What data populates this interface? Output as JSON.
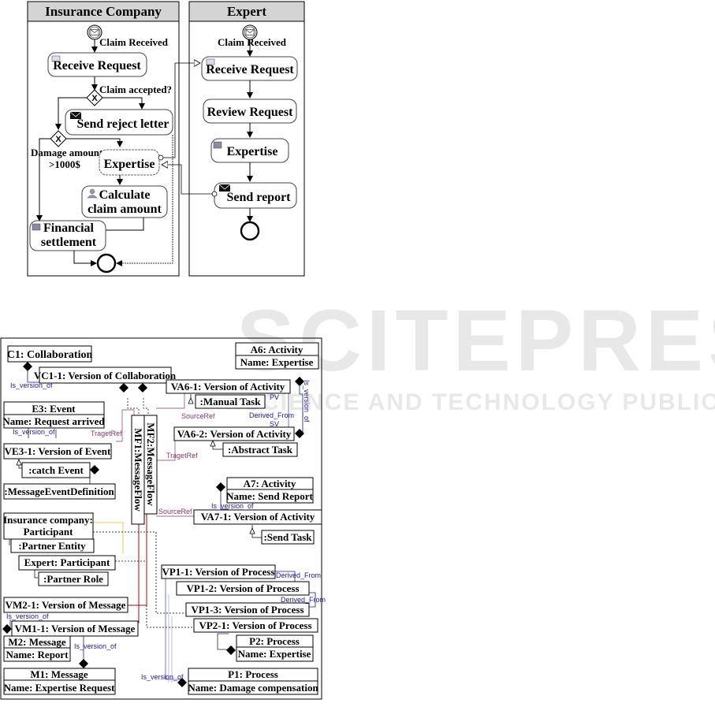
{
  "bpmn": {
    "pool_insurance": "Insurance Company",
    "pool_expert": "Expert",
    "ins_claim_received": "Claim Received",
    "ins_receive_request": "Receive Request",
    "ins_claim_accepted": "Claim accepted?",
    "ins_send_reject": "Send reject letter",
    "ins_damage_amount": "Damage amount",
    "ins_damage_threshold": ">1000$",
    "ins_expertise": "Expertise",
    "ins_calc_line1": "Calculate",
    "ins_calc_line2": "claim amount",
    "ins_fin_line1": "Financial",
    "ins_fin_line2": "settlement",
    "gateway_mark": "X",
    "exp_claim_received": "Claim Received",
    "exp_receive_request": "Receive Request",
    "exp_review_request": "Review Request",
    "exp_expertise": "Expertise",
    "exp_send_report": "Send report"
  },
  "watermark": {
    "main": "SCITEPRESS",
    "sub": "SCIENCE AND TECHNOLOGY PUBLICATIONS"
  },
  "model": {
    "c1": "C1: Collaboration",
    "vc1": "VC1-1: Version of Collaboration",
    "e3_l1": "E3: Event",
    "e3_l2": "Name: Request arrived",
    "ve3": "VE3-1: Version of Event",
    "catch_event": ":catch Event",
    "msg_event_def": ":MessageEventDefinition",
    "ins_part_l1": "Insurance company:",
    "ins_part_l2": "Participant",
    "partner_entity": ":Partner Entity",
    "expert_part": "Expert: Participant",
    "partner_role": ":Partner Role",
    "vm2": "VM2-1: Version of Message",
    "vm1": "VM1-1: Version of Message",
    "m2_l1": "M2: Message",
    "m2_l2": "Name: Report",
    "m1_l1": "M1: Message",
    "m1_l2": "Name: Expertise Request",
    "mf1": "MF1:MessageFlow",
    "mf2": "MF2:MessageFlow",
    "a6_l1": "A6: Activity",
    "a6_l2": "Name: Expertise",
    "va6_1": "VA6-1: Version of Activity",
    "manual_task": ":Manual Task",
    "va6_2": "VA6-2: Version of Activity",
    "abstract_task": ":Abstract Task",
    "a7_l1": "A7: Activity",
    "a7_l2": "Name: Send Report",
    "va7": "VA7-1: Version of Activity",
    "send_task": ":Send Task",
    "vp1_1": "VP1-1: Version of Process",
    "vp1_2": "VP1-2: Version of Process",
    "vp1_3": "VP1-3: Version of Process",
    "vp2_1": "VP2-1: Version of Process",
    "p2_l1": "P2: Process",
    "p2_l2": "Name: Expertise",
    "p1_l1": "P1: Process",
    "p1_l2": "Name: Damage compensation",
    "rel_is_version_of": "Is_version_of",
    "rel_target_ref": "TragetRef",
    "rel_source_ref": "SourceRef",
    "rel_derived_from": "Derived_From",
    "rel_pv": "PV",
    "rel_sv": "SV"
  },
  "colors": {
    "relation_blue": "#1a1aa6",
    "ref_purple": "#8b3a6b",
    "msgflow_red": "#c00000",
    "participant_orange": "#f0b030",
    "pool_header": "#d4d4d4"
  }
}
